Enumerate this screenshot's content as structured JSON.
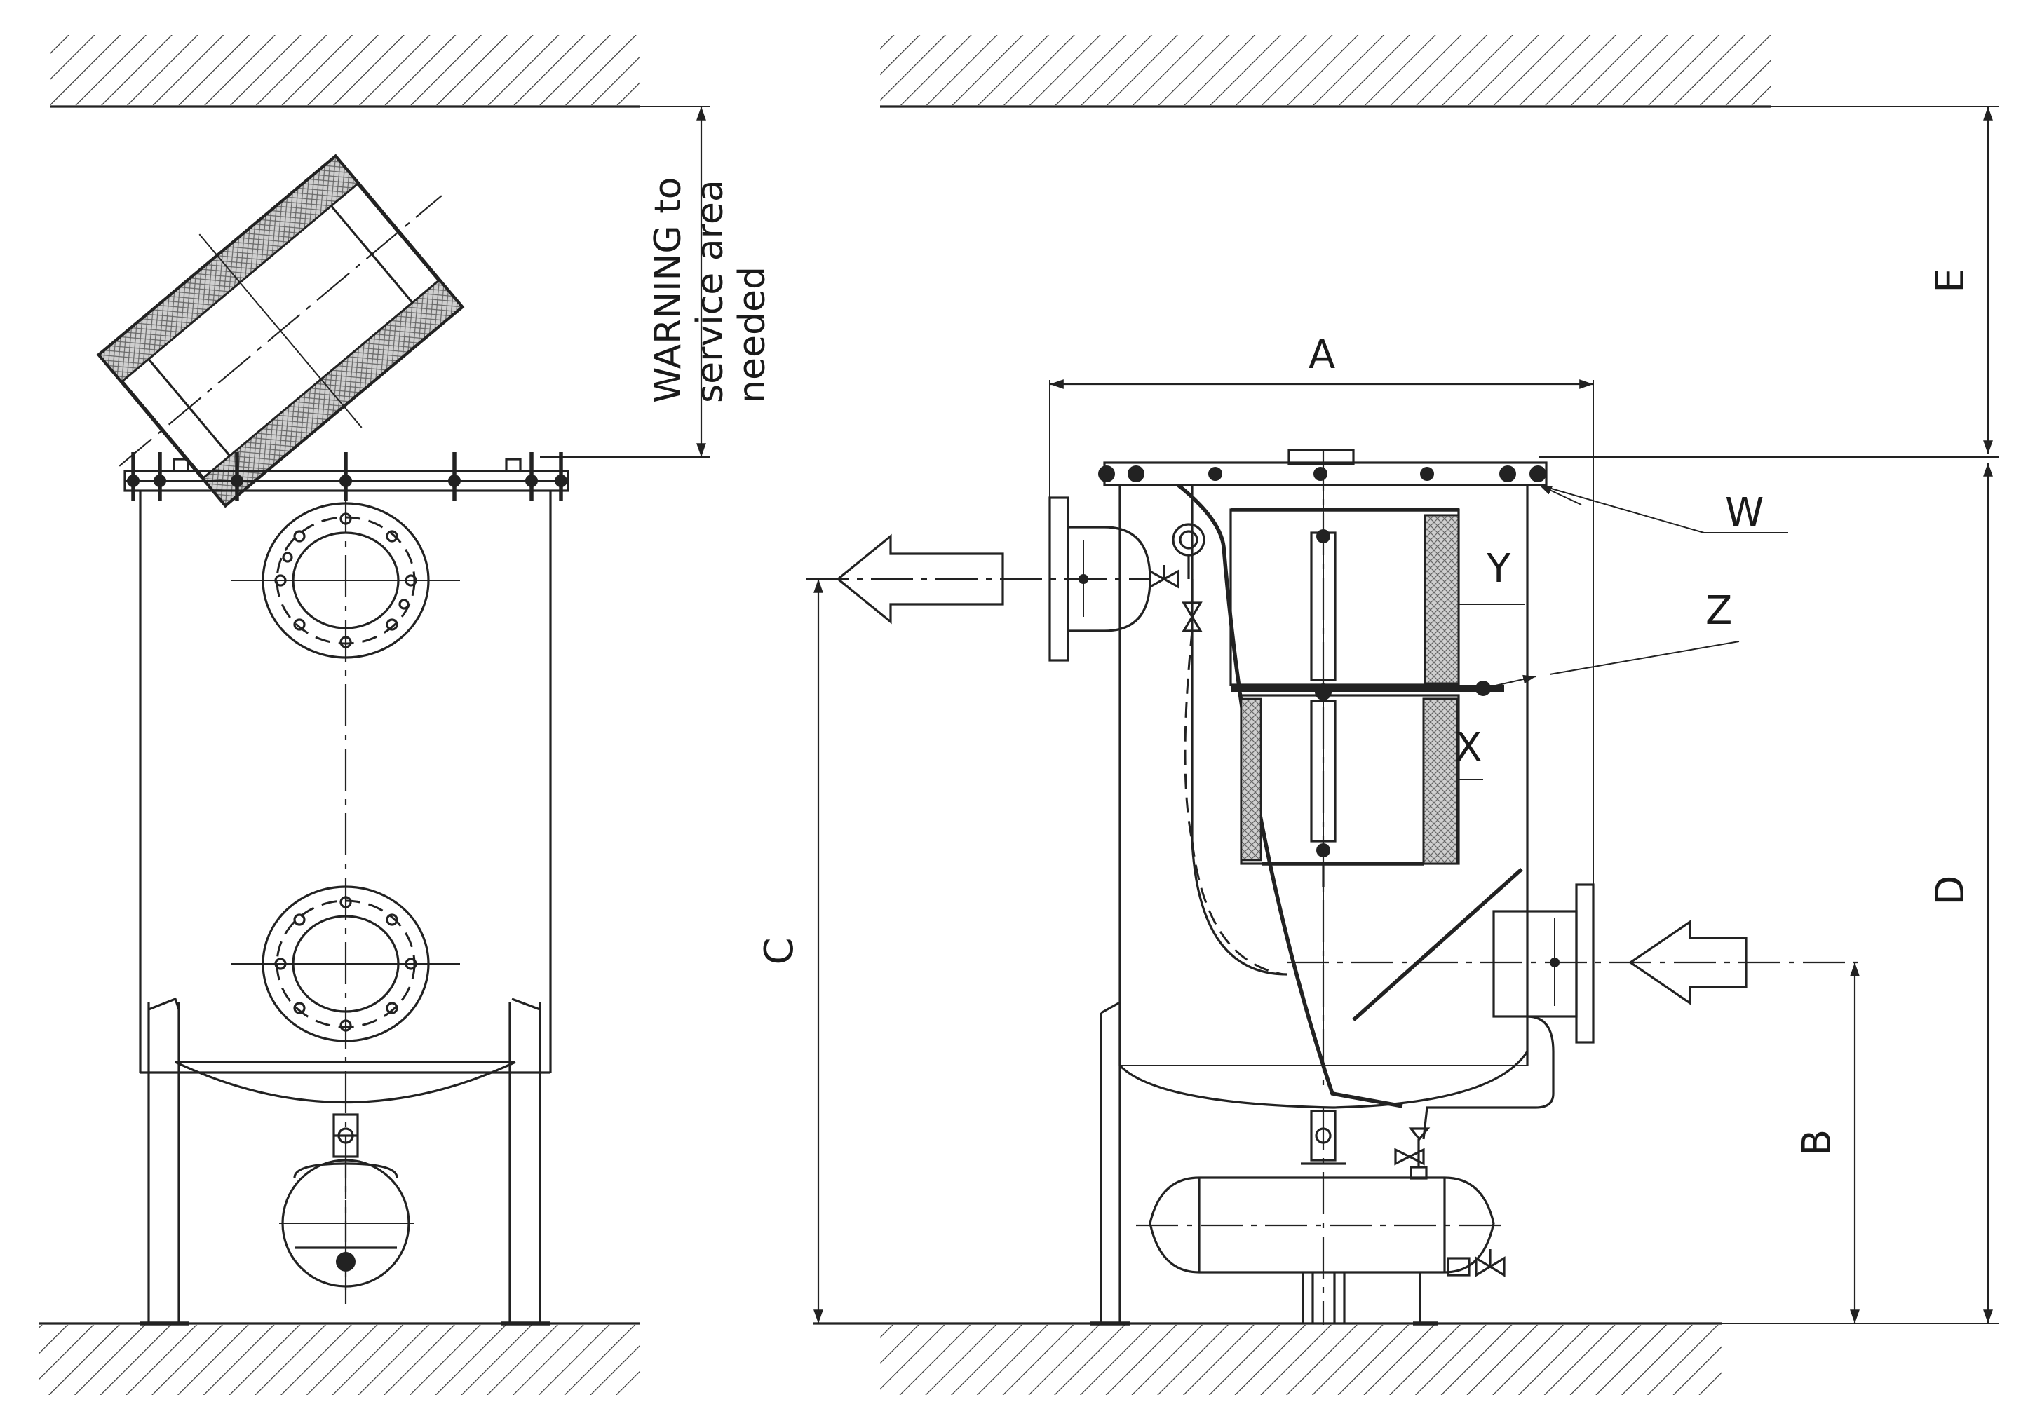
{
  "diagram": {
    "warning_lines": [
      "WARNING to",
      "service area",
      "needed"
    ],
    "labels": {
      "A": "A",
      "B": "B",
      "C": "C",
      "D": "D",
      "E": "E",
      "W": "W",
      "X": "X",
      "Y": "Y",
      "Z": "Z"
    }
  }
}
